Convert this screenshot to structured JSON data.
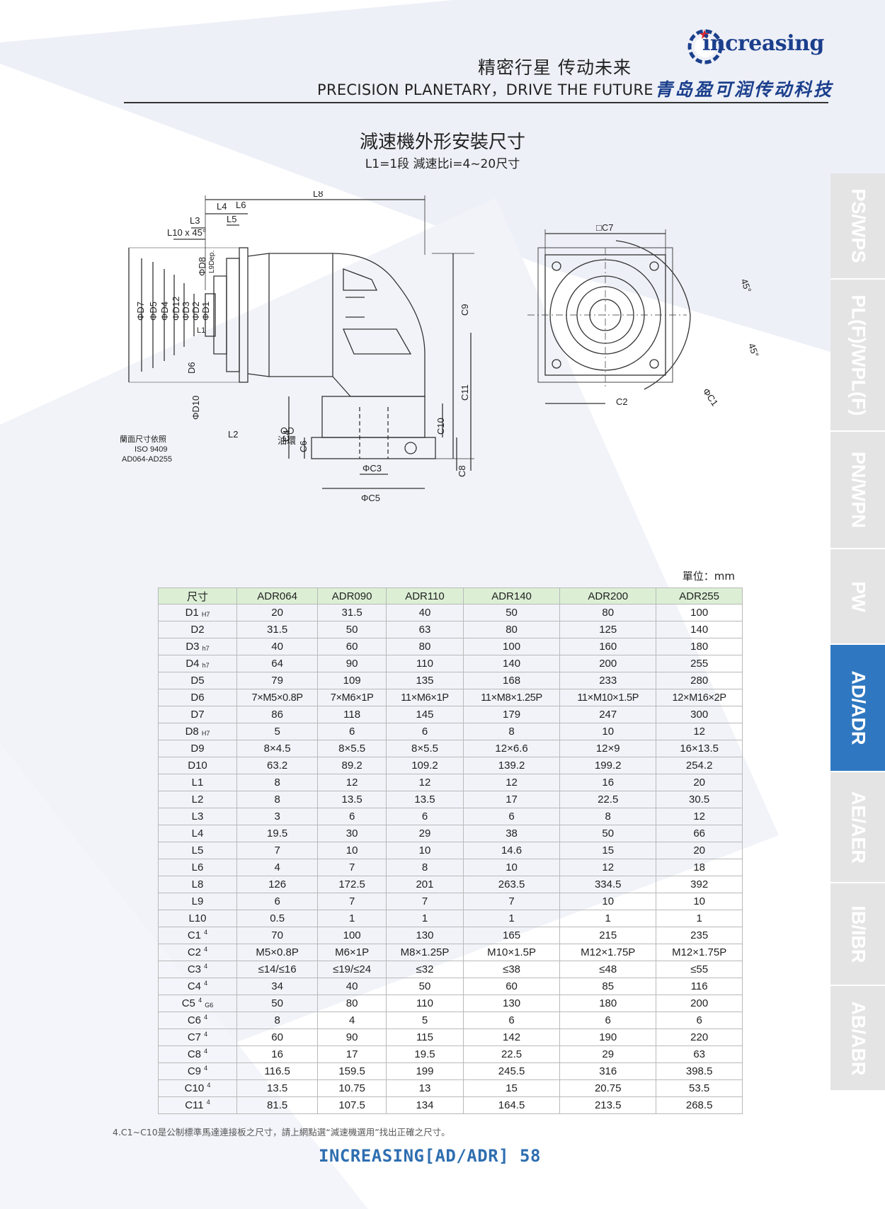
{
  "header": {
    "slogan_cn": "精密行星 传动未来",
    "slogan_en": "PRECISION PLANETARY，DRIVE THE FUTURE",
    "logo_text": "increasing",
    "company_cn": "青岛盈可润传动科技"
  },
  "title": "減速機外形安裝尺寸",
  "subtitle": "L1=1段 減速比i=4~20尺寸",
  "drawing": {
    "labels": {
      "L8": "L8",
      "L4": "L4",
      "L6": "L6",
      "L5": "L5",
      "L3": "L3",
      "L10": "L10 x 45°",
      "D8": "ΦD8",
      "L9": "L9Dep.",
      "D7": "ΦD7",
      "D5": "ΦD5",
      "D4": "ΦD4",
      "D12": "ΦD12",
      "D3": "ΦD3",
      "D2": "ΦD2",
      "D1": "ΦD1",
      "L1": "L1",
      "D6": "D6",
      "D10": "ΦD10",
      "L2": "L2",
      "OD": "OD",
      "oil_ring": "油環",
      "flange_note_1": "法蘭面尺寸依照",
      "flange_note_2": "ISO 9409",
      "flange_note_3": "AD064-AD255",
      "C9": "C9",
      "C11": "C11",
      "C10": "C10",
      "C4": "C4",
      "C6": "C6",
      "C8": "C8",
      "C3": "ΦC3",
      "C5": "ΦC5",
      "C7": "□C7",
      "C2": "C2",
      "C1": "ΦC1",
      "angle1": "45°",
      "angle2": "45°"
    }
  },
  "unit": "單位：mm",
  "table": {
    "header_first": "尺寸",
    "models": [
      "ADR064",
      "ADR090",
      "ADR110",
      "ADR140",
      "ADR200",
      "ADR255"
    ],
    "rows": [
      {
        "name": "D1",
        "sub": "H7",
        "sup": "",
        "values": [
          "20",
          "31.5",
          "40",
          "50",
          "80",
          "100"
        ]
      },
      {
        "name": "D2",
        "sub": "",
        "sup": "",
        "values": [
          "31.5",
          "50",
          "63",
          "80",
          "125",
          "140"
        ]
      },
      {
        "name": "D3",
        "sub": "h7",
        "sup": "",
        "values": [
          "40",
          "60",
          "80",
          "100",
          "160",
          "180"
        ]
      },
      {
        "name": "D4",
        "sub": "h7",
        "sup": "",
        "values": [
          "64",
          "90",
          "110",
          "140",
          "200",
          "255"
        ]
      },
      {
        "name": "D5",
        "sub": "",
        "sup": "",
        "values": [
          "79",
          "109",
          "135",
          "168",
          "233",
          "280"
        ]
      },
      {
        "name": "D6",
        "sub": "",
        "sup": "",
        "tight": true,
        "values": [
          "7×M5×0.8P",
          "7×M6×1P",
          "11×M6×1P",
          "11×M8×1.25P",
          "11×M10×1.5P",
          "12×M16×2P"
        ]
      },
      {
        "name": "D7",
        "sub": "",
        "sup": "",
        "values": [
          "86",
          "118",
          "145",
          "179",
          "247",
          "300"
        ]
      },
      {
        "name": "D8",
        "sub": "H7",
        "sup": "",
        "values": [
          "5",
          "6",
          "6",
          "8",
          "10",
          "12"
        ]
      },
      {
        "name": "D9",
        "sub": "",
        "sup": "",
        "values": [
          "8×4.5",
          "8×5.5",
          "8×5.5",
          "12×6.6",
          "12×9",
          "16×13.5"
        ]
      },
      {
        "name": "D10",
        "sub": "",
        "sup": "",
        "values": [
          "63.2",
          "89.2",
          "109.2",
          "139.2",
          "199.2",
          "254.2"
        ]
      },
      {
        "name": "L1",
        "sub": "",
        "sup": "",
        "values": [
          "8",
          "12",
          "12",
          "12",
          "16",
          "20"
        ]
      },
      {
        "name": "L2",
        "sub": "",
        "sup": "",
        "values": [
          "8",
          "13.5",
          "13.5",
          "17",
          "22.5",
          "30.5"
        ]
      },
      {
        "name": "L3",
        "sub": "",
        "sup": "",
        "values": [
          "3",
          "6",
          "6",
          "6",
          "8",
          "12"
        ]
      },
      {
        "name": "L4",
        "sub": "",
        "sup": "",
        "values": [
          "19.5",
          "30",
          "29",
          "38",
          "50",
          "66"
        ]
      },
      {
        "name": "L5",
        "sub": "",
        "sup": "",
        "values": [
          "7",
          "10",
          "10",
          "14.6",
          "15",
          "20"
        ]
      },
      {
        "name": "L6",
        "sub": "",
        "sup": "",
        "values": [
          "4",
          "7",
          "8",
          "10",
          "12",
          "18"
        ]
      },
      {
        "name": "L8",
        "sub": "",
        "sup": "",
        "values": [
          "126",
          "172.5",
          "201",
          "263.5",
          "334.5",
          "392"
        ]
      },
      {
        "name": "L9",
        "sub": "",
        "sup": "",
        "values": [
          "6",
          "7",
          "7",
          "7",
          "10",
          "10"
        ]
      },
      {
        "name": "L10",
        "sub": "",
        "sup": "",
        "values": [
          "0.5",
          "1",
          "1",
          "1",
          "1",
          "1"
        ]
      },
      {
        "name": "C1",
        "sub": "",
        "sup": "4",
        "values": [
          "70",
          "100",
          "130",
          "165",
          "215",
          "235"
        ]
      },
      {
        "name": "C2",
        "sub": "",
        "sup": "4",
        "values": [
          "M5×0.8P",
          "M6×1P",
          "M8×1.25P",
          "M10×1.5P",
          "M12×1.75P",
          "M12×1.75P"
        ]
      },
      {
        "name": "C3",
        "sub": "",
        "sup": "4",
        "values": [
          "≤14/≤16",
          "≤19/≤24",
          "≤32",
          "≤38",
          "≤48",
          "≤55"
        ]
      },
      {
        "name": "C4",
        "sub": "",
        "sup": "4",
        "values": [
          "34",
          "40",
          "50",
          "60",
          "85",
          "116"
        ]
      },
      {
        "name": "C5",
        "sub": "G6",
        "sup": "4",
        "values": [
          "50",
          "80",
          "110",
          "130",
          "180",
          "200"
        ]
      },
      {
        "name": "C6",
        "sub": "",
        "sup": "4",
        "values": [
          "8",
          "4",
          "5",
          "6",
          "6",
          "6"
        ]
      },
      {
        "name": "C7",
        "sub": "",
        "sup": "4",
        "values": [
          "60",
          "90",
          "115",
          "142",
          "190",
          "220"
        ]
      },
      {
        "name": "C8",
        "sub": "",
        "sup": "4",
        "values": [
          "16",
          "17",
          "19.5",
          "22.5",
          "29",
          "63"
        ]
      },
      {
        "name": "C9",
        "sub": "",
        "sup": "4",
        "values": [
          "116.5",
          "159.5",
          "199",
          "245.5",
          "316",
          "398.5"
        ]
      },
      {
        "name": "C10",
        "sub": "",
        "sup": "4",
        "values": [
          "13.5",
          "10.75",
          "13",
          "15",
          "20.75",
          "53.5"
        ]
      },
      {
        "name": "C11",
        "sub": "",
        "sup": "4",
        "values": [
          "81.5",
          "107.5",
          "134",
          "164.5",
          "213.5",
          "268.5"
        ]
      }
    ]
  },
  "footnote": "4.C1~C10是公制標準馬達連接板之尺寸，請上網點選“減速機選用”找出正確之尺寸。",
  "footer": "INCREASING[AD/ADR] 58",
  "side_tabs": [
    {
      "label": "PS/WPS",
      "height": 148,
      "active": false
    },
    {
      "label": "PL(F)/WPL(F)",
      "height": 213,
      "active": false
    },
    {
      "label": "PN/WPN",
      "height": 164,
      "active": false
    },
    {
      "label": "PW",
      "height": 133,
      "active": false
    },
    {
      "label": "AD/ADR",
      "height": 178,
      "active": true
    },
    {
      "label": "AE/AER",
      "height": 155,
      "active": false
    },
    {
      "label": "IB/IBR",
      "height": 143,
      "active": false
    },
    {
      "label": "AB/ABR",
      "height": 147,
      "active": false
    }
  ],
  "colors": {
    "brand_blue": "#1b3f8c",
    "tab_active": "#2f78c1",
    "tab_inactive": "#e4e4e4",
    "table_header": "#dcefd5",
    "footer_blue": "#2e6eb0"
  }
}
